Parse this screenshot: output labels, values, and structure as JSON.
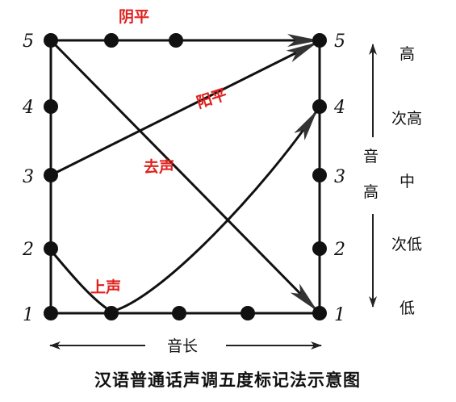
{
  "caption": "汉语普通话声调五度标记法示意图",
  "scale_left": [
    "1",
    "2",
    "3",
    "4",
    "5"
  ],
  "scale_right": [
    "1",
    "2",
    "3",
    "4",
    "5"
  ],
  "tones": {
    "yinping": "阴平",
    "yangping": "阳平",
    "shangsheng": "上声",
    "qusheng": "去声"
  },
  "pitch_axis": {
    "label_top": "音",
    "label_bottom": "高",
    "levels": [
      "高",
      "次高",
      "中",
      "次低",
      "低"
    ]
  },
  "duration_axis": {
    "label": "音长"
  },
  "colors": {
    "tone_label": "#e0201c",
    "lines": "#111111"
  }
}
